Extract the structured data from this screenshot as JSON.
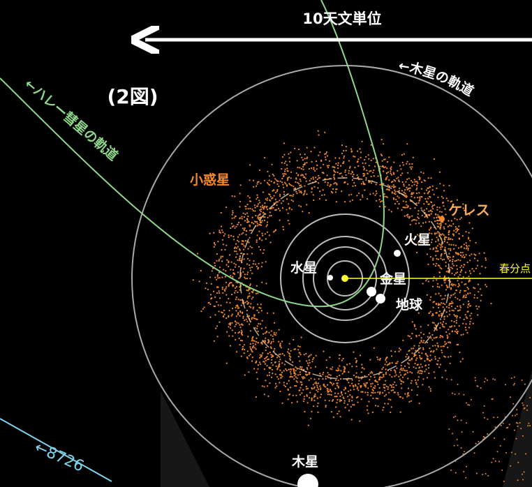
{
  "scale_label": "10天文単位",
  "figure_label": "(2図)",
  "orbit_labels": {
    "jupiter_orbit": "←木星の軌道",
    "halley_orbit": "←ハレー彗星の軌道",
    "asteroid_8726": "←8726"
  },
  "region_labels": {
    "asteroids": "小惑星"
  },
  "bodies": {
    "ceres": "ケレス",
    "mars": "火星",
    "mercury": "水星",
    "venus": "金星",
    "earth": "地球",
    "jupiter": "木星"
  },
  "reference": {
    "vernal_equinox": "春分点"
  },
  "colors": {
    "background": "#000000",
    "orbit": "#bbbbbb",
    "asteroid": "#f28a2e",
    "halley": "#8fd88a",
    "equinox": "#ffff33",
    "cyan": "#7fd3ea",
    "white": "#ffffff"
  }
}
